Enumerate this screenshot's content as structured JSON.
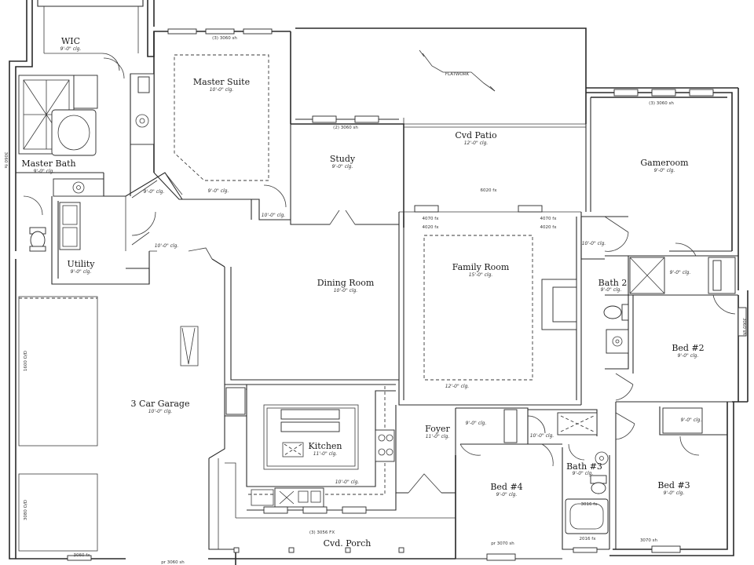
{
  "rooms": {
    "wic": {
      "name": "WIC",
      "ceiling": "9'-0\" clg."
    },
    "master_suite": {
      "name": "Master Suite",
      "ceiling": "10'-0\" clg."
    },
    "master_bath": {
      "name": "Master Bath",
      "ceiling": "9'-0\" clg."
    },
    "study": {
      "name": "Study",
      "ceiling": "9'-0\" clg."
    },
    "cvd_patio": {
      "name": "Cvd Patio",
      "ceiling": "12'-0\" clg."
    },
    "gameroom": {
      "name": "Gameroom",
      "ceiling": "9'-0\" clg."
    },
    "utility": {
      "name": "Utility",
      "ceiling": "9'-0\" clg."
    },
    "dining_room": {
      "name": "Dining Room",
      "ceiling": "10'-0\" clg."
    },
    "family_room": {
      "name": "Family Room",
      "ceiling": "15'-0\" clg."
    },
    "bath2": {
      "name": "Bath 2",
      "ceiling": "9'-0\" clg."
    },
    "bed2": {
      "name": "Bed #2",
      "ceiling": "9'-0\" clg."
    },
    "garage": {
      "name": "3 Car Garage",
      "ceiling": "10'-0\" clg."
    },
    "kitchen": {
      "name": "Kitchen",
      "ceiling": "11'-0\" clg."
    },
    "foyer": {
      "name": "Foyer",
      "ceiling": "11'-0\" clg."
    },
    "bed4": {
      "name": "Bed #4",
      "ceiling": "9'-0\" clg."
    },
    "bath3": {
      "name": "Bath #3",
      "ceiling": "9'-0\" clg."
    },
    "bed3": {
      "name": "Bed #3",
      "ceiling": "9'-0\" clg."
    },
    "cvd_porch": {
      "name": "Cvd. Porch"
    }
  },
  "notes": {
    "flatwork": "FLATWORK",
    "ms_window": "(3) 3060 sh",
    "study_window": "(2) 3060 sh",
    "game_window": "(3) 3060 sh",
    "patio_door": "6020 fx",
    "fam_4070_l": "4070 fx",
    "fam_4020_l": "4020 fx",
    "fam_4070_r": "4070 fx",
    "fam_4020_r": "4020 fx",
    "porch_window": "(3) 3056 FX",
    "bed4_window": "pr 3070 sh",
    "bath3_window": "2016 fx",
    "bath3_tub": "3016 fx",
    "bed3_window": "3070 sh",
    "garage_window": "3060 fx",
    "garage_bottom": "pr 3060 sh",
    "garage_door1": "1600 O/D",
    "garage_door2": "3080 O/D",
    "left_window": "3060 fx",
    "bed2_window": "3060 sh",
    "clg_9": "9'-0\" clg.",
    "clg_10": "10'-0\" clg.",
    "clg_12": "12'-0\" clg."
  }
}
